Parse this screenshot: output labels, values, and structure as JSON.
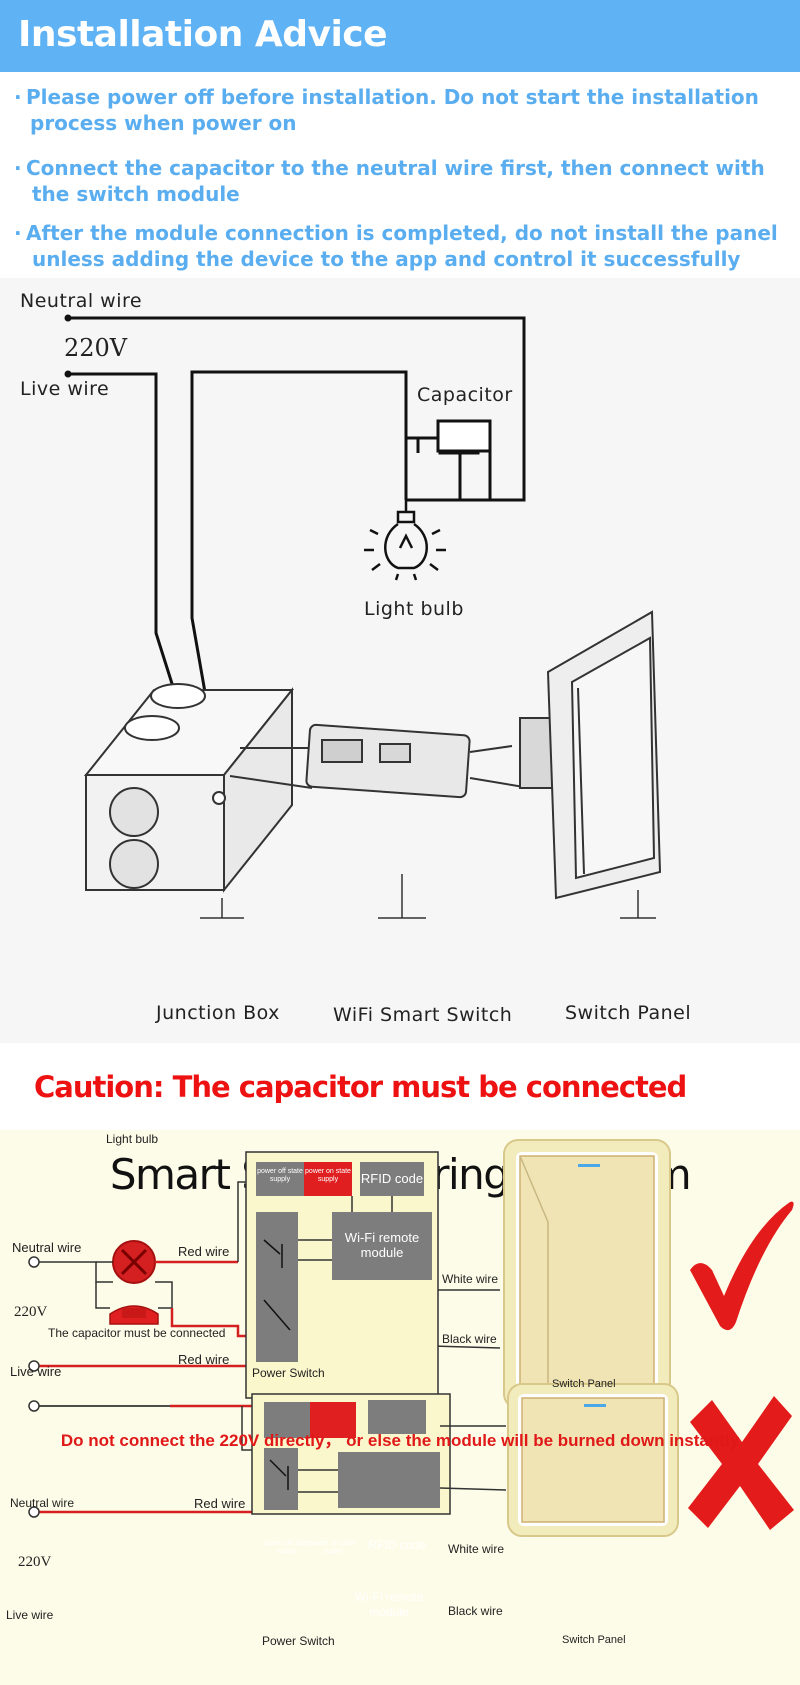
{
  "header": {
    "title": "Installation Advice"
  },
  "advice": [
    {
      "line1": "Please power off before installation. Do not start the installation",
      "line2": "process when power on"
    },
    {
      "line1": "Connect the capacitor to the neutral wire first, then connect with",
      "line2": "the switch module"
    },
    {
      "line1": "After the module connection is completed, do not install the panel",
      "line2": "unless adding the device to the app and control it successfully"
    }
  ],
  "wiring": {
    "neutral_wire": "Neutral wire",
    "voltage": "220V",
    "live_wire": "Live wire",
    "capacitor": "Capacitor",
    "light_bulb": "Light bulb",
    "junction_box": "Junction Box",
    "wifi_smart_switch": "WiFi Smart Switch",
    "switch_panel": "Switch Panel"
  },
  "caution": "Caution: The capacitor must be connected",
  "diagram": {
    "title": "Smart Switch Wiring Diagram",
    "correct": {
      "light_bulb": "Light bulb",
      "neutral_wire": "Neutral wire",
      "red_wire_top": "Red wire",
      "voltage": "220V",
      "capacitor_note": "The capacitor must be connected",
      "red_wire_bottom": "Red wire",
      "live_wire": "Live wire",
      "power_off_supply": "power off state supply",
      "power_on_supply": "power on state supply",
      "rfid": "RFID code",
      "wifi_module": "Wi-Fi remote module",
      "power_switch": "Power Switch",
      "white_wire": "White wire",
      "black_wire": "Black wire",
      "switch_panel": "Switch Panel"
    },
    "warning": "Do not connect the 220V directly， or else the module will be burned down instantly",
    "wrong": {
      "neutral_wire": "Neutral wire",
      "red_wire": "Red wire",
      "voltage": "220V",
      "live_wire": "Live wire",
      "power_off_supply": "power off state supply",
      "power_on_supply": "power on state supply",
      "rfid": "RFID code",
      "wifi_module": "Wi-Fi remote module",
      "power_switch": "Power Switch",
      "white_wire": "White wire",
      "black_wire": "Black wire",
      "switch_panel": "Switch Panel"
    },
    "colors": {
      "red_wire": "#d42020",
      "check": "#e31b1b",
      "cross": "#e31b1b",
      "module_gray": "#7d7d7d",
      "module_red": "#e02020"
    }
  }
}
